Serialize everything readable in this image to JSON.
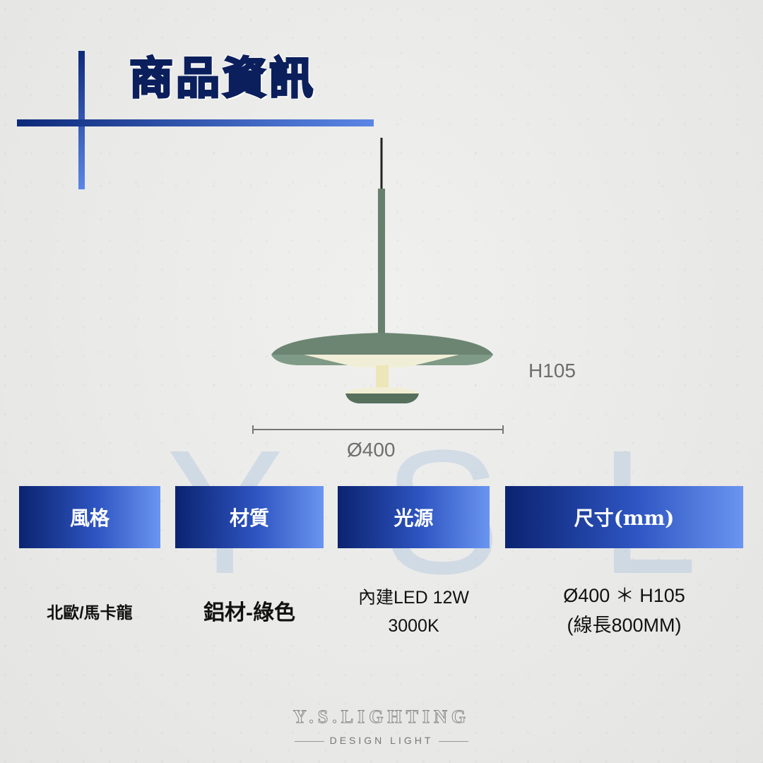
{
  "title": "商品資訊",
  "watermark": {
    "big": "YSL"
  },
  "dimensions": {
    "height_label": "H105",
    "width_label": "Ø400"
  },
  "specs": {
    "headers": [
      "風格",
      "材質",
      "光源",
      "尺寸(mm)"
    ],
    "style": "北歐/馬卡龍",
    "material": "鋁材-綠色",
    "light_line1": "內建LED 12W",
    "light_line2": "3000K",
    "size_line1": "Ø400 ＊ H105",
    "size_line2": "(線長800MM)"
  },
  "footer": {
    "brand": "Y.S.LIGHTING",
    "tagline": "DESIGN LIGHT"
  },
  "colors": {
    "header_dark": "#0b2370",
    "header_light": "#6a95f0",
    "lamp_green": "#6b8572"
  },
  "icons": [
    "pendant-lamp-icon"
  ]
}
